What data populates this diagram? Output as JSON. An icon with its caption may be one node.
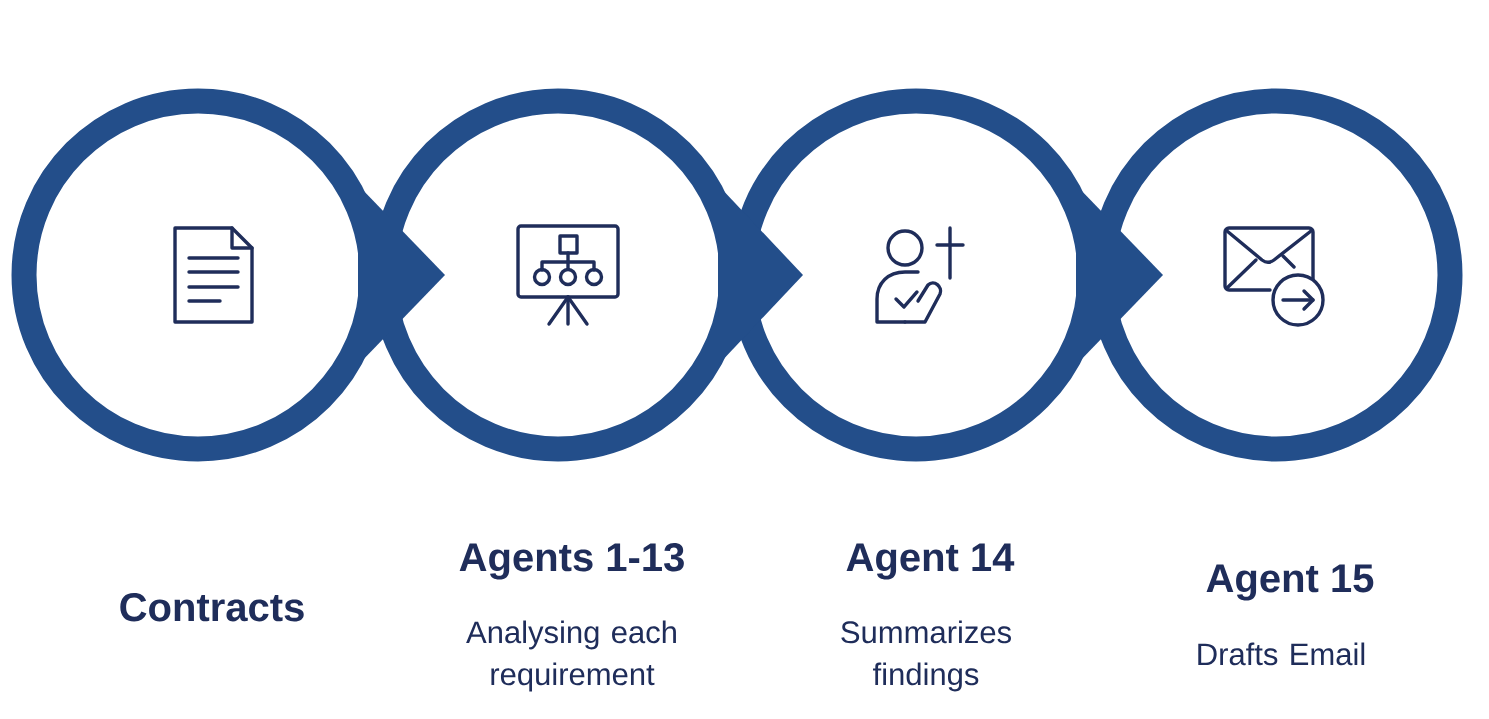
{
  "diagram": {
    "nodes": [
      {
        "text": [
          "Contracts"
        ]
      },
      {
        "text": [
          "Agents 1-13"
        ]
      },
      {
        "text": [
          "Agent 14"
        ]
      },
      {
        "text": [
          "Agent 15"
        ]
      }
    ],
    "edges": [
      {
        "from": 0,
        "to": 1,
        "arrow": "to"
      },
      {
        "from": 1,
        "to": 2,
        "arrow": "to"
      },
      {
        "from": 2,
        "to": 3,
        "arrow": "to"
      }
    ],
    "labels": [
      "Analysing each requirement",
      "Summarizes findings",
      "Drafts Email"
    ]
  }
}
